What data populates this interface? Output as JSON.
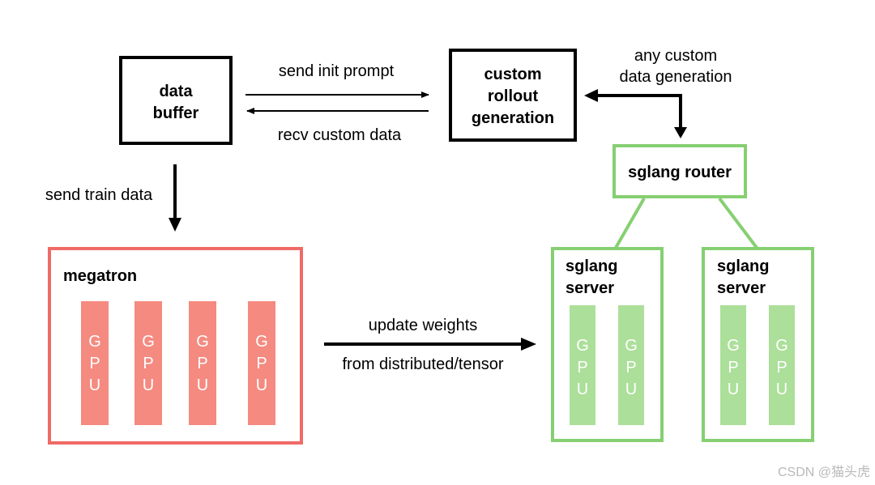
{
  "colors": {
    "black": "#000000",
    "red_outline": "#f06a66",
    "red_gpu": "#f58a80",
    "green_outline": "#86cf72",
    "green_gpu": "#acdf9a",
    "watermark": "#b9b9b9"
  },
  "nodes": {
    "data_buffer": {
      "line1": "data",
      "line2": "buffer"
    },
    "custom_rollout": {
      "line1": "custom",
      "line2": "rollout",
      "line3": "generation"
    },
    "sglang_router": {
      "label": "sglang router"
    },
    "megatron": {
      "label": "megatron",
      "gpu": [
        "G",
        "P",
        "U"
      ]
    },
    "sglang_server_1": {
      "line1": "sglang",
      "line2": "server",
      "gpu": [
        "G",
        "P",
        "U"
      ]
    },
    "sglang_server_2": {
      "line1": "sglang",
      "line2": "server",
      "gpu": [
        "G",
        "P",
        "U"
      ]
    }
  },
  "edges": {
    "send_init_prompt": "send init prompt",
    "recv_custom_data": "recv custom data",
    "any_custom_line1": "any custom",
    "any_custom_line2": "data generation",
    "send_train_data": "send train data",
    "update_weights_line1": "update weights",
    "update_weights_line2": "from distributed/tensor"
  },
  "watermark": "CSDN @猫头虎"
}
